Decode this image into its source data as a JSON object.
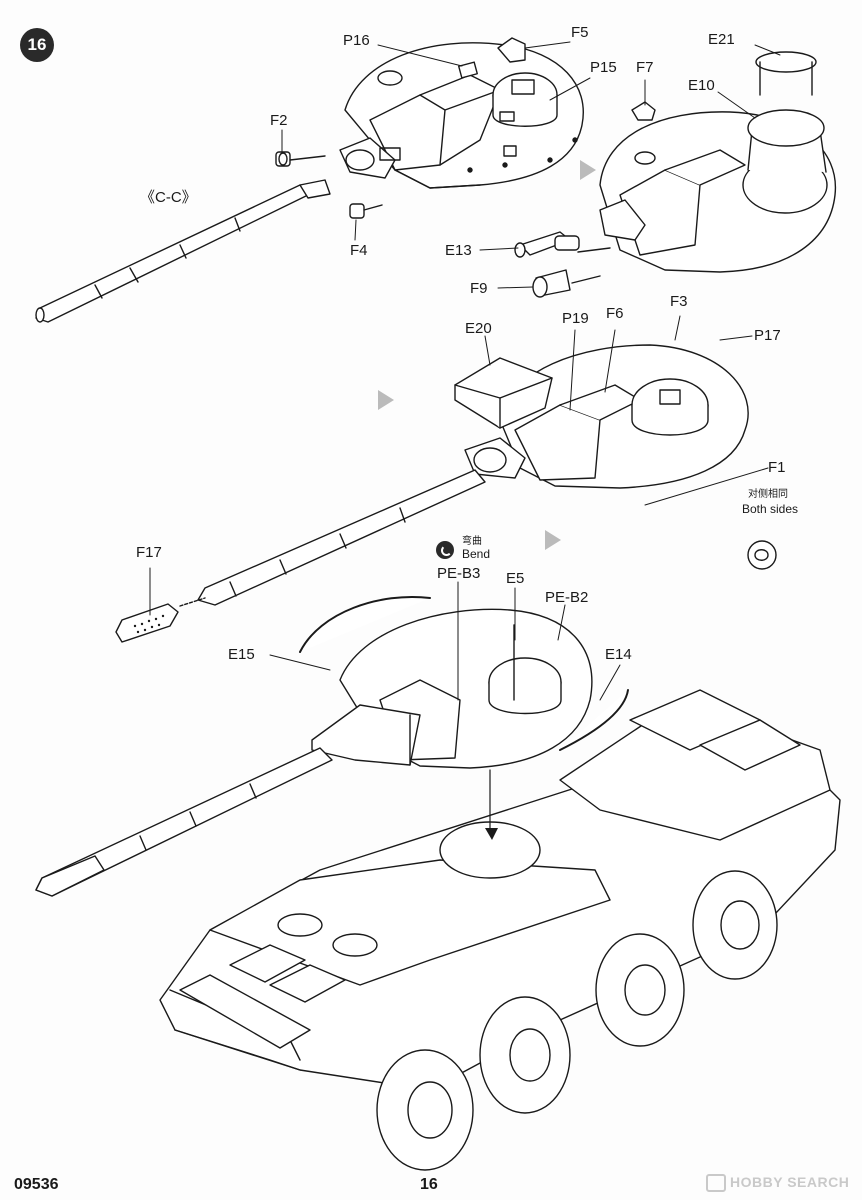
{
  "header": {
    "step_number": "16"
  },
  "labels": {
    "P16": "P16",
    "F5": "F5",
    "P15": "P15",
    "F7": "F7",
    "E21": "E21",
    "E10": "E10",
    "F2": "F2",
    "CC": "《C-C》",
    "F4": "F4",
    "E13": "E13",
    "F9": "F9",
    "E20": "E20",
    "P19": "P19",
    "F6": "F6",
    "F3": "F3",
    "P17": "P17",
    "F1": "F1",
    "both_sides_cn": "对侧相同",
    "both_sides_en": "Both sides",
    "bend_cn": "弯曲",
    "bend_en": "Bend",
    "F17": "F17",
    "PEB3": "PE-B3",
    "E5": "E5",
    "PEB2": "PE-B2",
    "E15": "E15",
    "E14": "E14"
  },
  "footer": {
    "product_code": "09536",
    "page_number": "16",
    "watermark": "HOBBY SEARCH"
  },
  "icons": [
    "step-badge-icon",
    "bend-icon",
    "both-sides-icon",
    "assembly-arrow-icon"
  ]
}
